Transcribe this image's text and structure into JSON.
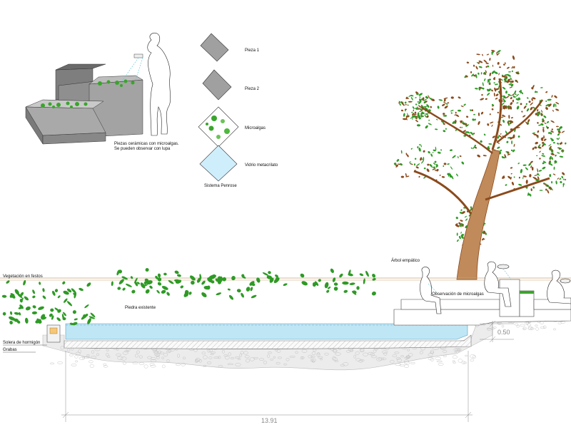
{
  "legend": {
    "items": [
      {
        "label": "Pieza 1",
        "swatch": "plain-gray"
      },
      {
        "label": "Pieza 2",
        "swatch": "plain-gray"
      },
      {
        "label": "Microalgas",
        "swatch": "algae"
      },
      {
        "label": "Vidrio metacrilato",
        "swatch": "glass"
      }
    ],
    "title": "Sistema Penrose"
  },
  "caption": {
    "line1": "Piezas cerámicas con microalgas.",
    "line2": "Se pueden observar con lupa"
  },
  "section": {
    "labels": {
      "vegetation": "Vegetación en festos",
      "stone": "Piedra existente",
      "concrete": "Solera de hormigón",
      "gravel": "Grabas",
      "tree": "Árbol empático",
      "observation": "Observación de microalgas"
    },
    "dimensions": {
      "depth": "0.50",
      "length": "13.91"
    }
  },
  "colors": {
    "trunk": "#8b4a1c",
    "leaf": "#2e9a25",
    "water": "#bfe6f5",
    "piece": "#9a9a9a",
    "glass": "#cfeefc",
    "gravel": "#e6e6e6"
  }
}
